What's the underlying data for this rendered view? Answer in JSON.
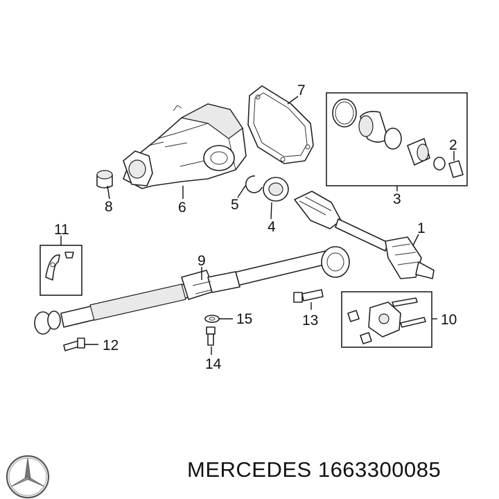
{
  "callouts": {
    "c1": "1",
    "c2": "2",
    "c3": "3",
    "c4": "4",
    "c5": "5",
    "c6": "6",
    "c7": "7",
    "c8": "8",
    "c9": "9",
    "c10": "10",
    "c11": "11",
    "c12": "12",
    "c13": "13",
    "c14": "14",
    "c15": "15"
  },
  "footer": {
    "brand": "MERCEDES",
    "part_number": "1663300085"
  },
  "icons": {
    "logo": "mercedes-star-logo"
  }
}
